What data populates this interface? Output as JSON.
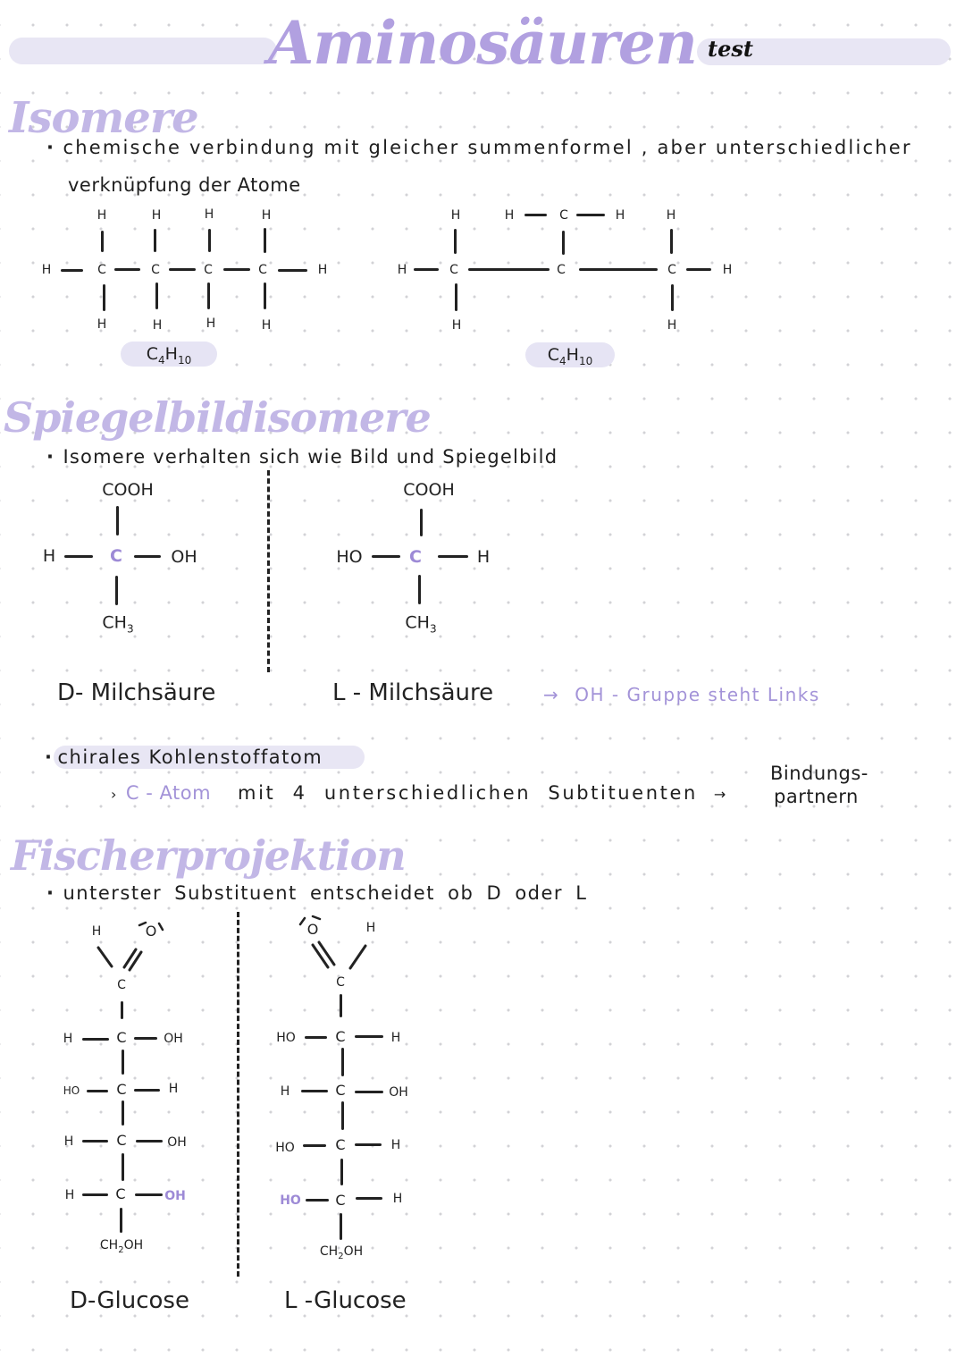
{
  "header": {
    "title": "Aminosäuren",
    "subtitle": "test",
    "colors": {
      "title": "#b1a0e0",
      "pill": "#e8e6f4",
      "heading": "#c2b7e6",
      "accent_text": "#a393d8",
      "ink": "#1e1e1e"
    }
  },
  "isomere": {
    "heading": "Isomere",
    "bullet_line1": "chemische verbindung mit gleicher summenformel , aber unterschiedlicher",
    "bullet_line2": "verknüpfung der Atome",
    "structure1": {
      "top": [
        "H",
        "H",
        "H",
        "H"
      ],
      "chain": [
        "C",
        "C",
        "C",
        "C"
      ],
      "bottom": [
        "H",
        "H",
        "H",
        "H"
      ],
      "left": "H",
      "right": "H",
      "formula_main": "C",
      "formula_c_sub": "4",
      "formula_h": "H",
      "formula_h_sub": "10"
    },
    "structure2": {
      "branch_left_h": "H",
      "branch_c": "C",
      "branch_right_h": "H",
      "top_left_h": "H",
      "top_right_h": "H",
      "chain": [
        "C",
        "C",
        "C"
      ],
      "left": "H",
      "right": "H",
      "bottom_left_h": "H",
      "bottom_right_h": "H",
      "formula_main": "C",
      "formula_c_sub": "4",
      "formula_h": "H",
      "formula_h_sub": "10"
    }
  },
  "spiegelbild": {
    "heading": "Spiegelbildisomere",
    "bullet": "Isomere verhalten sich wie Bild und Spiegelbild",
    "d_molecule": {
      "top": "COOH",
      "left": "H",
      "center": "C",
      "right": "OH",
      "bottom_main": "CH",
      "bottom_sub": "3",
      "name": "D- Milchsäure"
    },
    "l_molecule": {
      "top": "COOH",
      "left": "HO",
      "center": "C",
      "right": "H",
      "bottom_main": "CH",
      "bottom_sub": "3",
      "name": "L - Milchsäure"
    },
    "note_arrow": "→",
    "note": "OH - Gruppe steht Links",
    "chiral_heading": "chirales Kohlenstoffatom",
    "chiral_sub_bullet": "›",
    "chiral_c_atom": "C - Atom",
    "chiral_text": "mit 4 unterschiedlichen Subtituenten",
    "chiral_arrow": "→",
    "chiral_partner_line1": "Bindungs-",
    "chiral_partner_line2": "partnern"
  },
  "fischer": {
    "heading": "Fischerprojektion",
    "bullet": "unterster Substituent entscheidet ob D oder L",
    "d_glucose": {
      "aldehyde_h": "H",
      "aldehyde_o": "O",
      "top_c": "C",
      "rows": [
        {
          "left": "H",
          "c": "C",
          "right": "OH"
        },
        {
          "left": "HO",
          "c": "C",
          "right": "H"
        },
        {
          "left": "H",
          "c": "C",
          "right": "OH"
        },
        {
          "left": "H",
          "c": "C",
          "right": "OH"
        }
      ],
      "bottom_main": "CH",
      "bottom_sub": "2",
      "bottom_end": "OH",
      "name": "D-Glucose"
    },
    "l_glucose": {
      "aldehyde_o": "O",
      "aldehyde_h": "H",
      "top_c": "C",
      "rows": [
        {
          "left": "HO",
          "c": "C",
          "right": "H"
        },
        {
          "left": "H",
          "c": "C",
          "right": "OH"
        },
        {
          "left": "HO",
          "c": "C",
          "right": "H"
        },
        {
          "left": "HO",
          "c": "C",
          "right": "H"
        }
      ],
      "bottom_main": "CH",
      "bottom_sub": "2",
      "bottom_end": "OH",
      "name": "L -Glucose"
    }
  }
}
